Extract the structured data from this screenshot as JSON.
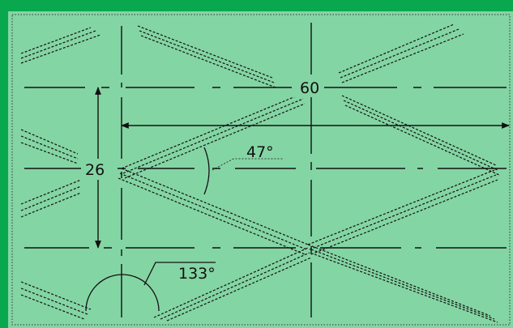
{
  "diagram": {
    "colors": {
      "border": "#0aa84e",
      "background": "#84d5a4",
      "ink": "#111111"
    },
    "labels": {
      "width": "60",
      "height": "26",
      "acute_angle": "47°",
      "obtuse_angle": "133°"
    }
  }
}
